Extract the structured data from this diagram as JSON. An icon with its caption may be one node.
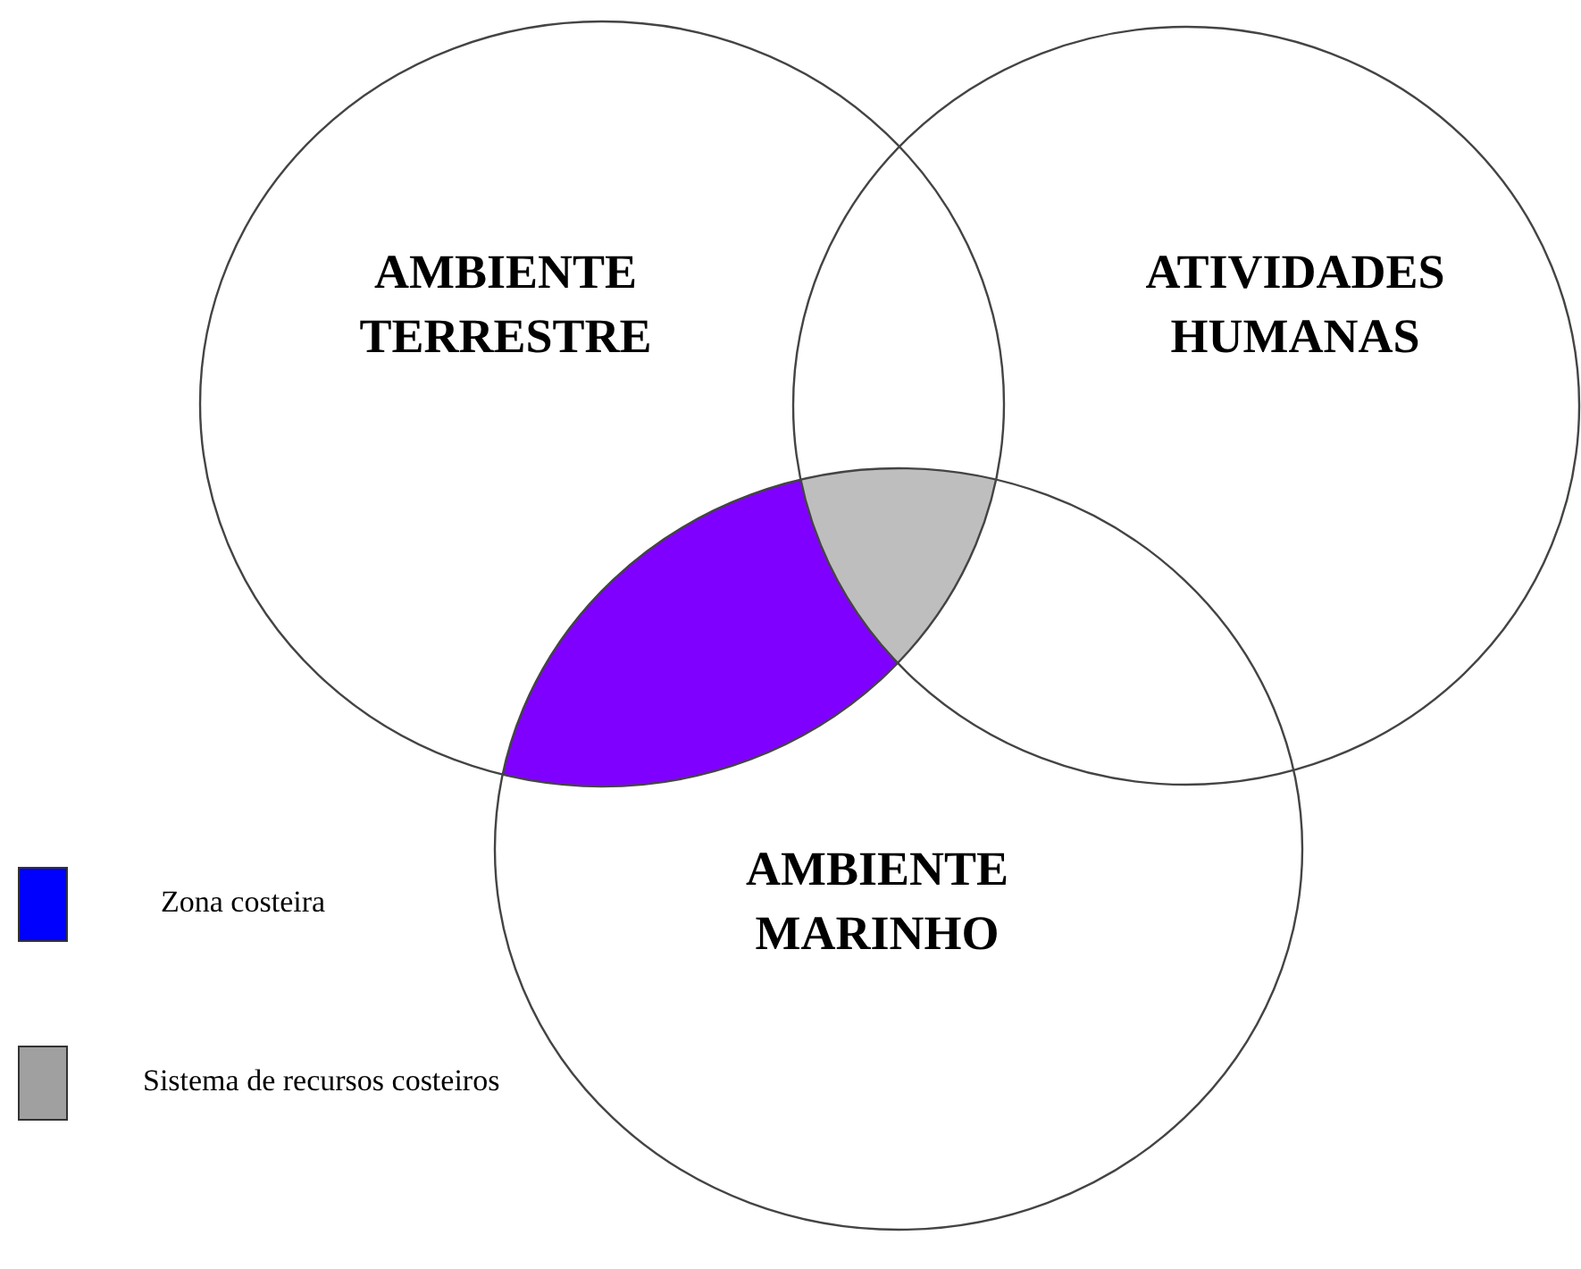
{
  "diagram": {
    "nodes": [
      {
        "text": [
          "AMBIENTE TERRESTRE"
        ]
      },
      {
        "text": [
          "ATIVIDADES HUMANAS"
        ]
      },
      {
        "text": [
          "AMBIENTE MARINHO"
        ]
      }
    ],
    "edges": [],
    "legend": [
      {
        "text": "Zona costeira",
        "color": "#0000ff"
      },
      {
        "text": "Sistema de recursos costeiros",
        "color": "#a0a0a0"
      }
    ]
  }
}
